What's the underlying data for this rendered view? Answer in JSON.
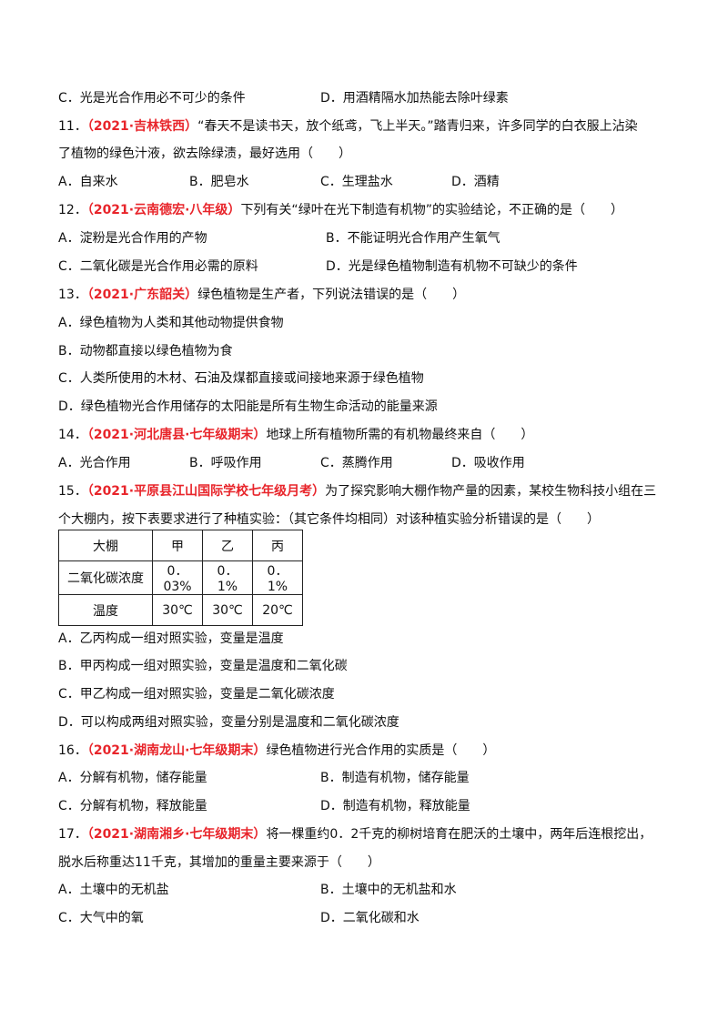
{
  "q10": {
    "c": "C．光是光合作用必不可少的条件",
    "d": "D．用酒精隔水加热能去除叶绿素"
  },
  "q11": {
    "num": "11．",
    "source": "（2021·吉林铁西）",
    "stem1": "“春天不是读书天，放个纸鸢，飞上半天。”踏青归来，许多同学的白衣服上沾染",
    "stem2": "了植物的绿色汁液，欲去除绿渍，最好选用（　　）",
    "a": "A．自来水",
    "b": "B．肥皂水",
    "c": "C．生理盐水",
    "d": "D．酒精"
  },
  "q12": {
    "num": "12．",
    "source": "（2021·云南德宏·八年级）",
    "stem": "下列有关“绿叶在光下制造有机物”的实验结论，不正确的是（　　）",
    "a": "A．淀粉是光合作用的产物",
    "b": "B．不能证明光合作用产生氧气",
    "c": "C．二氧化碳是光合作用必需的原料",
    "d": "D．光是绿色植物制造有机物不可缺少的条件"
  },
  "q13": {
    "num": "13．",
    "source": "（2021·广东韶关）",
    "stem": "绿色植物是生产者，下列说法错误的是（　　）",
    "a": "A．绿色植物为人类和其他动物提供食物",
    "b": "B．动物都直接以绿色植物为食",
    "c": "C．人类所使用的木材、石油及煤都直接或间接地来源于绿色植物",
    "d": "D．绿色植物光合作用储存的太阳能是所有生物生命活动的能量来源"
  },
  "q14": {
    "num": "14．",
    "source": "（2021·河北唐县·七年级期末）",
    "stem": "地球上所有植物所需的有机物最终来自（　　）",
    "a": "A．光合作用",
    "b": "B．呼吸作用",
    "c": "C．蒸腾作用",
    "d": "D．吸收作用"
  },
  "q15": {
    "num": "15．",
    "source": "（2021·平原县江山国际学校七年级月考）",
    "stem1": "为了探究影响大棚作物产量的因素，某校生物科技小组在三",
    "stem2": "个大棚内，按下表要求进行了种植实验：（其它条件均相同）对该种植实验分析错误的是（　　）",
    "table": {
      "header": [
        "大棚",
        "甲",
        "乙",
        "丙"
      ],
      "rows": [
        [
          "二氧化碳浓度",
          "0．03%",
          "0．1%",
          "0．1%"
        ],
        [
          "温度",
          "30℃",
          "30℃",
          "20℃"
        ]
      ]
    },
    "a": "A．乙丙构成一组对照实验，变量是温度",
    "b": "B．甲丙构成一组对照实验，变量是温度和二氧化碳",
    "c": "C．甲乙构成一组对照实验，变量是二氧化碳浓度",
    "d": "D．可以构成两组对照实验，变量分别是温度和二氧化碳浓度"
  },
  "q16": {
    "num": "16．",
    "source": "（2021·湖南龙山·七年级期末）",
    "stem": "绿色植物进行光合作用的实质是（　　）",
    "a": "A．分解有机物，储存能量",
    "b": "B．制造有机物，储存能量",
    "c": "C．分解有机物，释放能量",
    "d": "D．制造有机物，释放能量"
  },
  "q17": {
    "num": "17．",
    "source": "（2021·湖南湘乡·七年级期末）",
    "stem1": "将一棵重约0．2千克的柳树培育在肥沃的土壤中，两年后连根挖出，",
    "stem2": "脱水后称重达11千克，其增加的重量主要来源于（　　）",
    "a": "A．土壤中的无机盐",
    "b": "B．土壤中的无机盐和水",
    "c": "C．大气中的氧",
    "d": "D．二氧化碳和水"
  }
}
